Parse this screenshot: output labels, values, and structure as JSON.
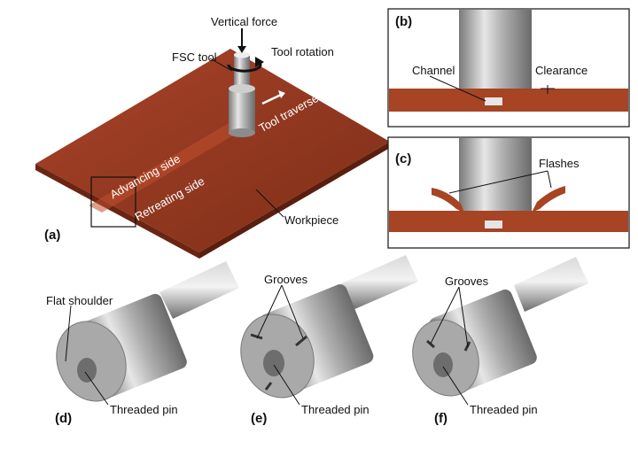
{
  "panel_a": {
    "label": "(a)",
    "vertical_force": "Vertical force",
    "tool_rotation": "Tool rotation",
    "fsc_tool": "FSC tool",
    "tool_traverse": "Tool traverse",
    "advancing_side": "Advancing side",
    "retreating_side": "Retreating side",
    "workpiece": "Workpiece"
  },
  "panel_b": {
    "label": "(b)",
    "channel": "Channel",
    "clearance": "Clearance"
  },
  "panel_c": {
    "label": "(c)",
    "flashes": "Flashes"
  },
  "panel_d": {
    "label": "(d)",
    "flat_shoulder": "Flat shoulder",
    "threaded_pin": "Threaded pin"
  },
  "panel_e": {
    "label": "(e)",
    "grooves": "Grooves",
    "threaded_pin": "Threaded pin"
  },
  "panel_f": {
    "label": "(f)",
    "grooves": "Grooves",
    "threaded_pin": "Threaded pin"
  },
  "colors": {
    "workpiece": "#9c3b1f",
    "tool": "#b8b8b8",
    "frame": "#222222"
  }
}
